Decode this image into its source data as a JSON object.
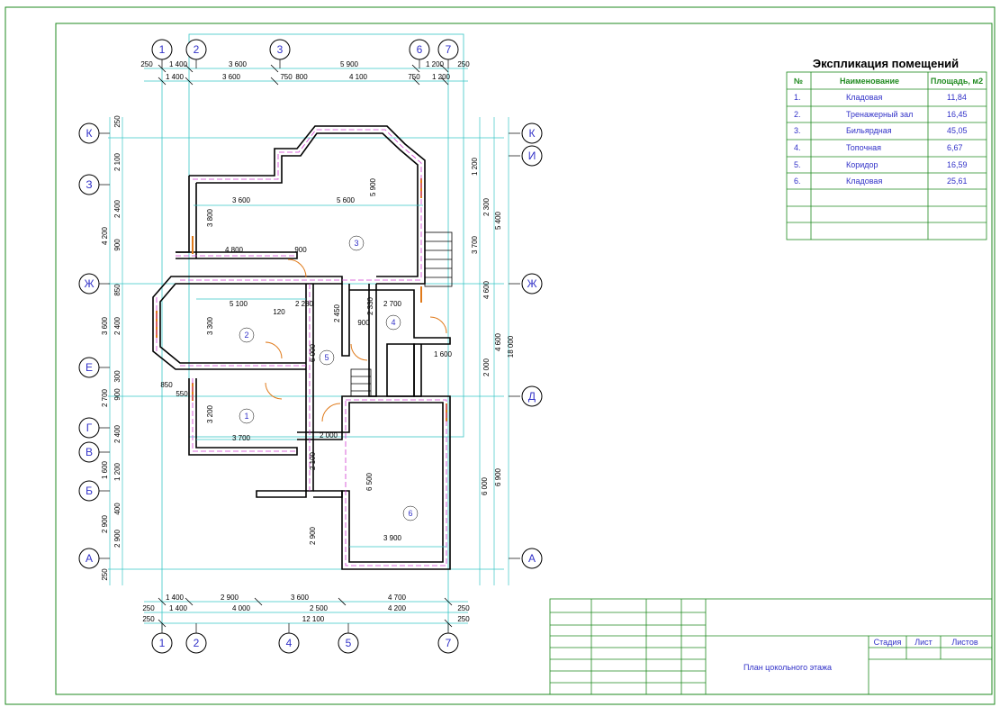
{
  "legend": {
    "title": "Экспликация помещений",
    "headers": [
      "№",
      "Наименование",
      "Площадь, м2"
    ],
    "rows": [
      [
        "1.",
        "Кладовая",
        "11,84"
      ],
      [
        "2.",
        "Тренажерный зал",
        "16,45"
      ],
      [
        "3.",
        "Бильярдная",
        "45,05"
      ],
      [
        "4.",
        "Топочная",
        "6,67"
      ],
      [
        "5.",
        "Коридор",
        "16,59"
      ],
      [
        "6.",
        "Кладовая",
        "25,61"
      ]
    ]
  },
  "axes": {
    "top": [
      "1",
      "2",
      "3",
      "6",
      "7"
    ],
    "bottom": [
      "1",
      "2",
      "4",
      "5",
      "7"
    ],
    "left": [
      "К",
      "З",
      "Ж",
      "Е",
      "Г",
      "В",
      "Б",
      "А"
    ],
    "right": [
      "К",
      "И",
      "Ж",
      "Д",
      "А"
    ]
  },
  "rooms": [
    "1",
    "2",
    "3",
    "4",
    "5",
    "6"
  ],
  "dims": {
    "top_row1": [
      "250",
      "1 400",
      "3 600",
      "5 900",
      "1 200",
      "250"
    ],
    "top_row2": [
      "1 400",
      "3 600",
      "750",
      "800",
      "4 100",
      "750",
      "1 200"
    ],
    "bottom_row1": [
      "1 400",
      "2 900",
      "3 600",
      "4 700"
    ],
    "bottom_row2": [
      "250",
      "1 400",
      "4 000",
      "2 500",
      "4 200",
      "250"
    ],
    "bottom_row3": [
      "250",
      "12 100",
      "250"
    ],
    "left_outer": [
      "4 200",
      "3 600",
      "2 700",
      "1 600",
      "2 900"
    ],
    "left_inner": [
      "250",
      "2 100",
      "2 400",
      "900",
      "850",
      "2 400",
      "300",
      "2 400",
      "900",
      "1 200",
      "400",
      "2 900",
      "250"
    ],
    "right_outer": [
      "18 000"
    ],
    "right_mid": [
      "5 400",
      "4 600",
      "6 000"
    ],
    "right_inner": [
      "1 200",
      "2 300",
      "3 700",
      "4 600",
      "2 000",
      "6 900"
    ],
    "interior": [
      "3 600",
      "5 600",
      "4 800",
      "900",
      "5 100",
      "120",
      "2 280",
      "2 700",
      "3 700",
      "2 000",
      "3 900",
      "6 500",
      "2 100",
      "2 900",
      "3 300",
      "3 200",
      "3 800",
      "5 900",
      "2 450",
      "2 330",
      "6 000",
      "1 600",
      "850",
      "550",
      "900"
    ]
  },
  "title_block": {
    "sheet_name": "План цокольного этажа",
    "stage_label": "Стадия",
    "sheet_label": "Лист",
    "sheets_label": "Листов"
  }
}
